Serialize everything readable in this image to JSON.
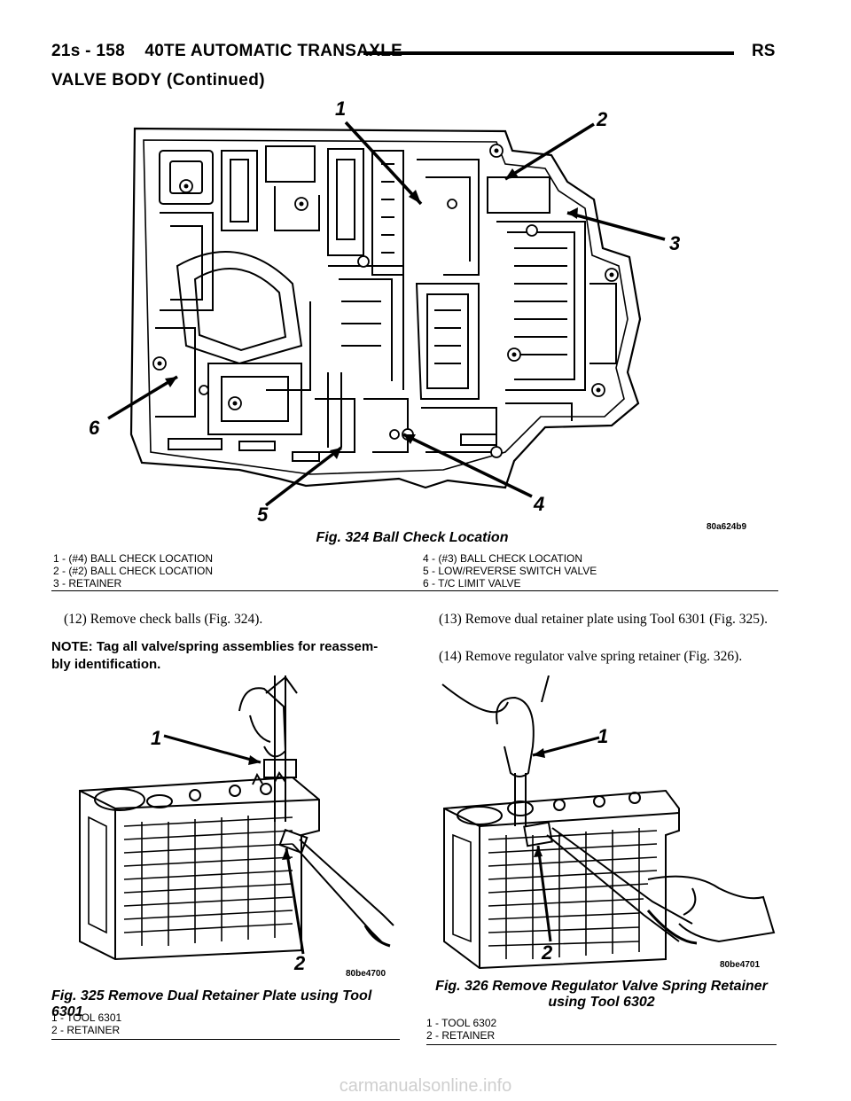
{
  "header": {
    "page_ref": "21s - 158",
    "section_title": "40TE AUTOMATIC TRANSAXLE",
    "model": "RS"
  },
  "subheader": "VALVE BODY (Continued)",
  "fig324": {
    "art_code": "80a624b9",
    "callouts": [
      "1",
      "2",
      "3",
      "4",
      "5",
      "6"
    ],
    "caption": "Fig. 324 Ball Check Location",
    "legend_left": [
      "1 - (#4) BALL CHECK LOCATION",
      "2 - (#2) BALL CHECK LOCATION",
      "3 - RETAINER"
    ],
    "legend_right": [
      "4 - (#3) BALL CHECK LOCATION",
      "5 - LOW/REVERSE SWITCH VALVE",
      "6 - T/C LIMIT VALVE"
    ]
  },
  "text": {
    "step12": "(12) Remove check balls (Fig. 324).",
    "note": "NOTE: Tag all valve/spring assemblies for reassem- bly identification.",
    "step13": "(13) Remove dual retainer plate using Tool 6301 (Fig. 325).",
    "step14": "(14) Remove regulator valve spring retainer (Fig. 326)."
  },
  "fig325": {
    "art_code": "80be4700",
    "callouts": [
      "1",
      "2"
    ],
    "caption": "Fig. 325 Remove Dual Retainer Plate using Tool 6301",
    "legend": [
      "1 - TOOL 6301",
      "2 - RETAINER"
    ]
  },
  "fig326": {
    "art_code": "80be4701",
    "callouts": [
      "1",
      "2"
    ],
    "caption_line1": "Fig. 326 Remove Regulator Valve Spring Retainer",
    "caption_line2": "using Tool 6302",
    "legend": [
      "1 - TOOL 6302",
      "2 - RETAINER"
    ]
  },
  "watermark": "carmanualsonline.info"
}
